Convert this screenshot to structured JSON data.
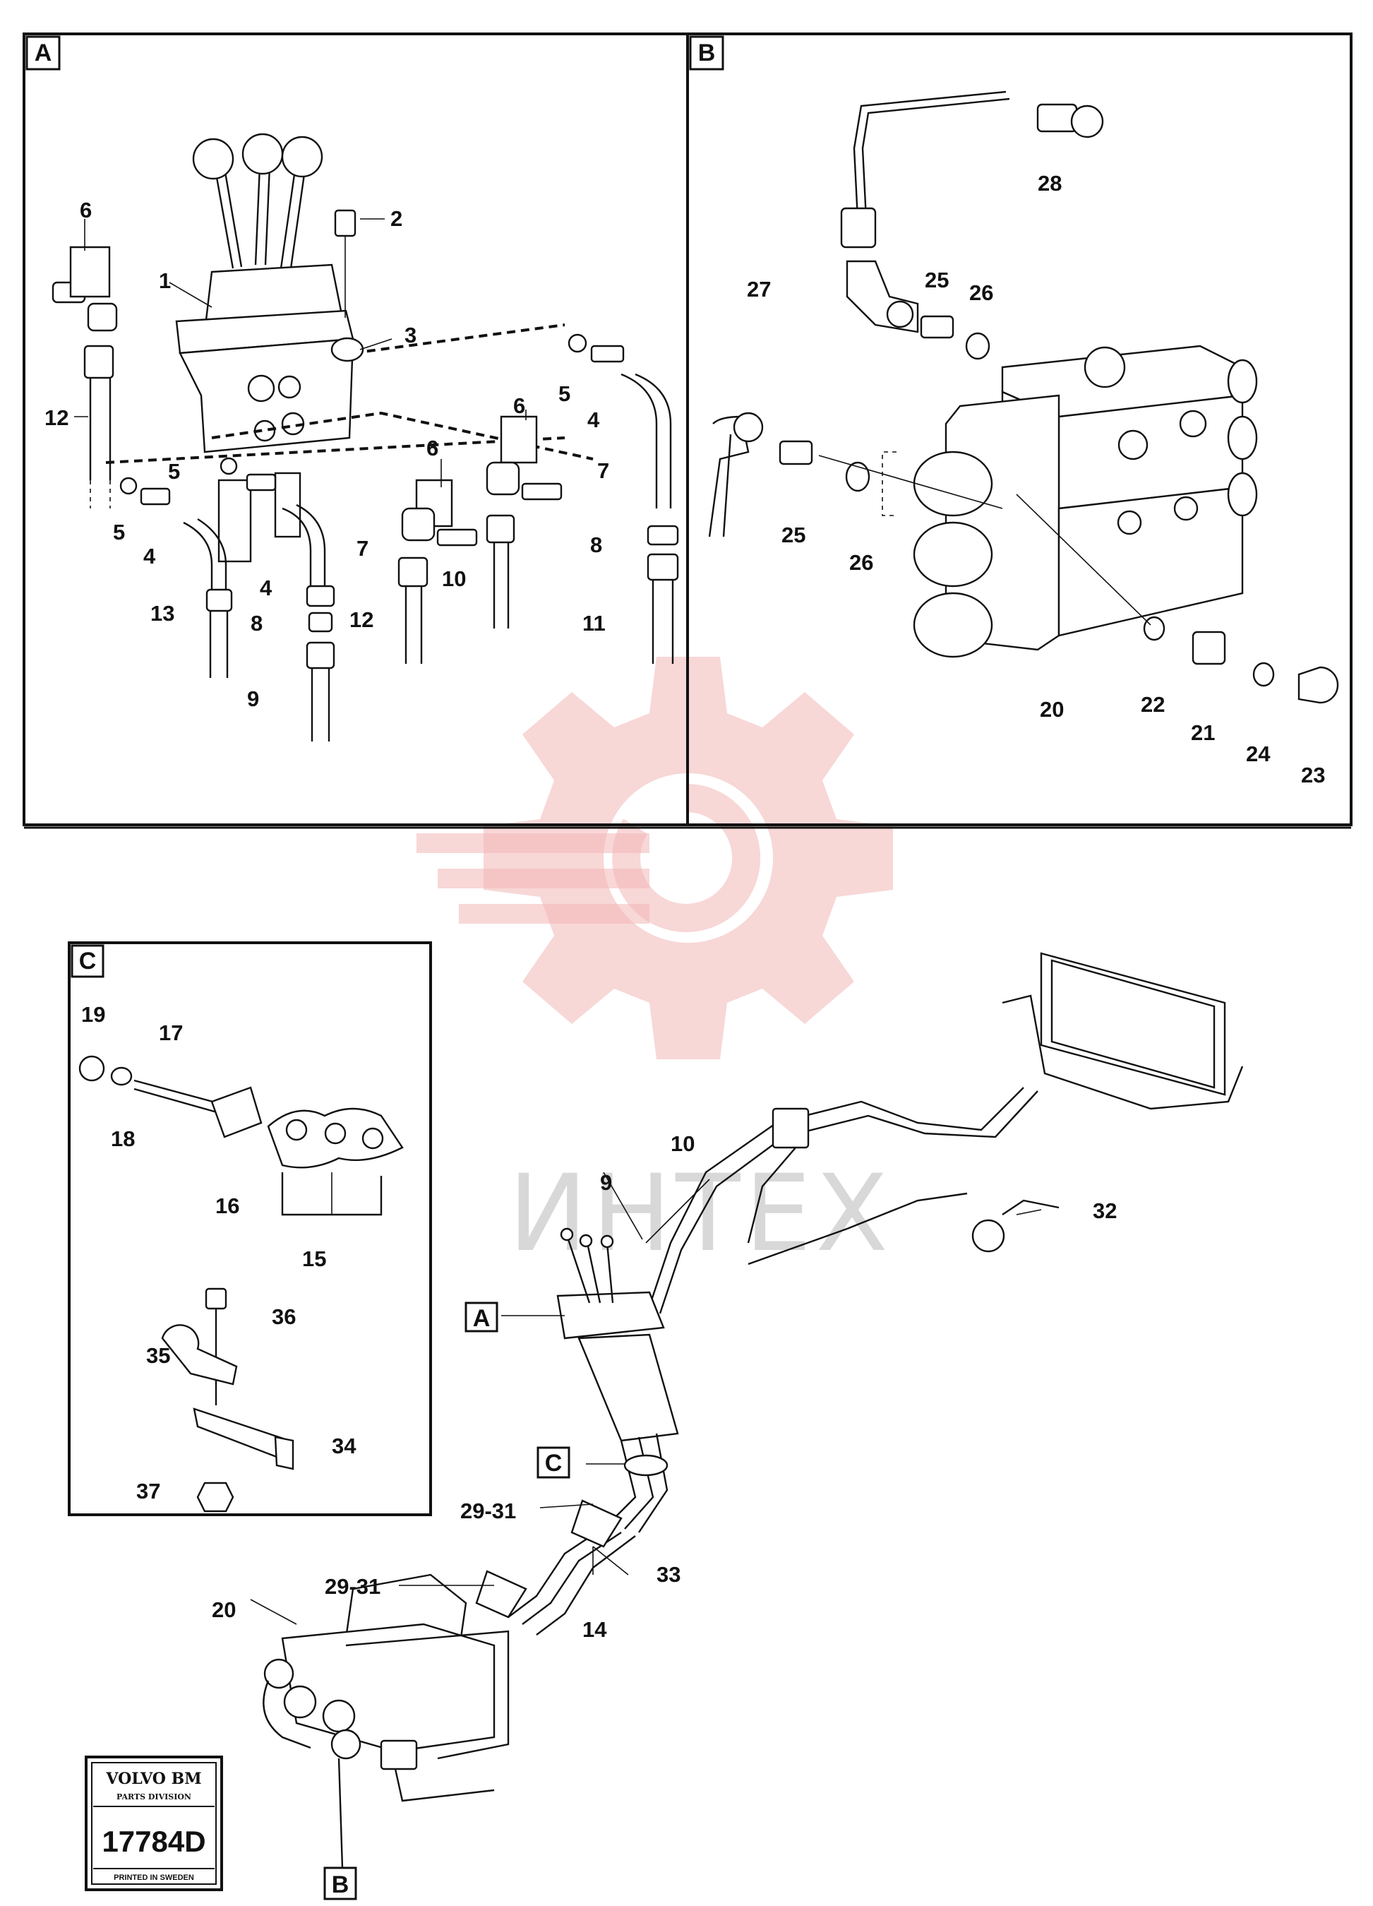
{
  "panels": {
    "a": {
      "tag": "A"
    },
    "b": {
      "tag": "B"
    },
    "c": {
      "tag": "C"
    }
  },
  "callouts": {
    "overview": {
      "a": "A",
      "b": "B",
      "c": "C"
    }
  },
  "watermark": {
    "text": "ИНТЕХ"
  },
  "stamp": {
    "brand": "VOLVO BM",
    "division": "PARTS DIVISION",
    "code": "17784D",
    "printed": "PRINTED IN SWEDEN"
  },
  "labels": {
    "a": {
      "p1": "1",
      "p2": "2",
      "p3": "3",
      "p4a": "4",
      "p4b": "4",
      "p4c": "4",
      "p5a": "5",
      "p5b": "5",
      "p5c": "5",
      "p6a": "6",
      "p6b": "6",
      "p6c": "6",
      "p7a": "7",
      "p7b": "7",
      "p8a": "8",
      "p8b": "8",
      "p9": "9",
      "p10": "10",
      "p11": "11",
      "p12a": "12",
      "p12b": "12",
      "p13": "13"
    },
    "b": {
      "p20": "20",
      "p21": "21",
      "p22": "22",
      "p23": "23",
      "p24": "24",
      "p25a": "25",
      "p25b": "25",
      "p26a": "26",
      "p26b": "26",
      "p27": "27",
      "p28": "28"
    },
    "c": {
      "p15": "15",
      "p16": "16",
      "p17": "17",
      "p18": "18",
      "p19": "19",
      "p34": "34",
      "p35": "35",
      "p36": "36",
      "p37": "37"
    },
    "overview": {
      "p9": "9",
      "p10": "10",
      "p14": "14",
      "p20": "20",
      "p29a": "29-31",
      "p29b": "29-31",
      "p32": "32",
      "p33": "33"
    }
  }
}
